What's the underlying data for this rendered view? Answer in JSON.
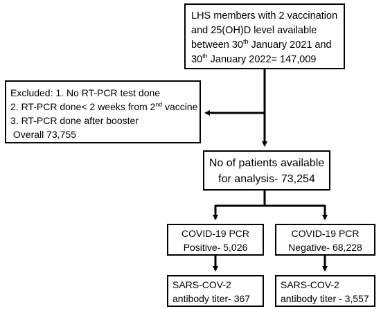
{
  "top_box": {
    "line1": "LHS members with 2 vaccination",
    "line2": "and 25(OH)D level available",
    "line3_pre": "between 30",
    "line3_sup": "th",
    "line3_post": " January 2021 and",
    "line4_pre": "30",
    "line4_sup": "th",
    "line4_post": " January 2022= 147,009"
  },
  "excluded_box": {
    "line1": "Excluded: 1. No RT-PCR test done",
    "line2_pre": "2. RT-PCR done< 2 weeks from 2",
    "line2_sup": "nd",
    "line2_post": " vaccine",
    "line3": "3. RT-PCR done after booster",
    "line4": " Overall 73,755"
  },
  "analysis_box": {
    "line1": "No of patients available",
    "line2": "for analysis- 73,254"
  },
  "positive_box": {
    "line1": "COVID-19 PCR",
    "line2": "Positive- 5,026"
  },
  "negative_box": {
    "line1": "COVID-19 PCR",
    "line2": "Negative- 68,228"
  },
  "titer_positive_box": {
    "line1": "SARS-COV-2",
    "line2": "antibody titer- 367"
  },
  "titer_negative_box": {
    "line1": "SARS-COV-2",
    "line2": "antibody titer - 3,557"
  }
}
